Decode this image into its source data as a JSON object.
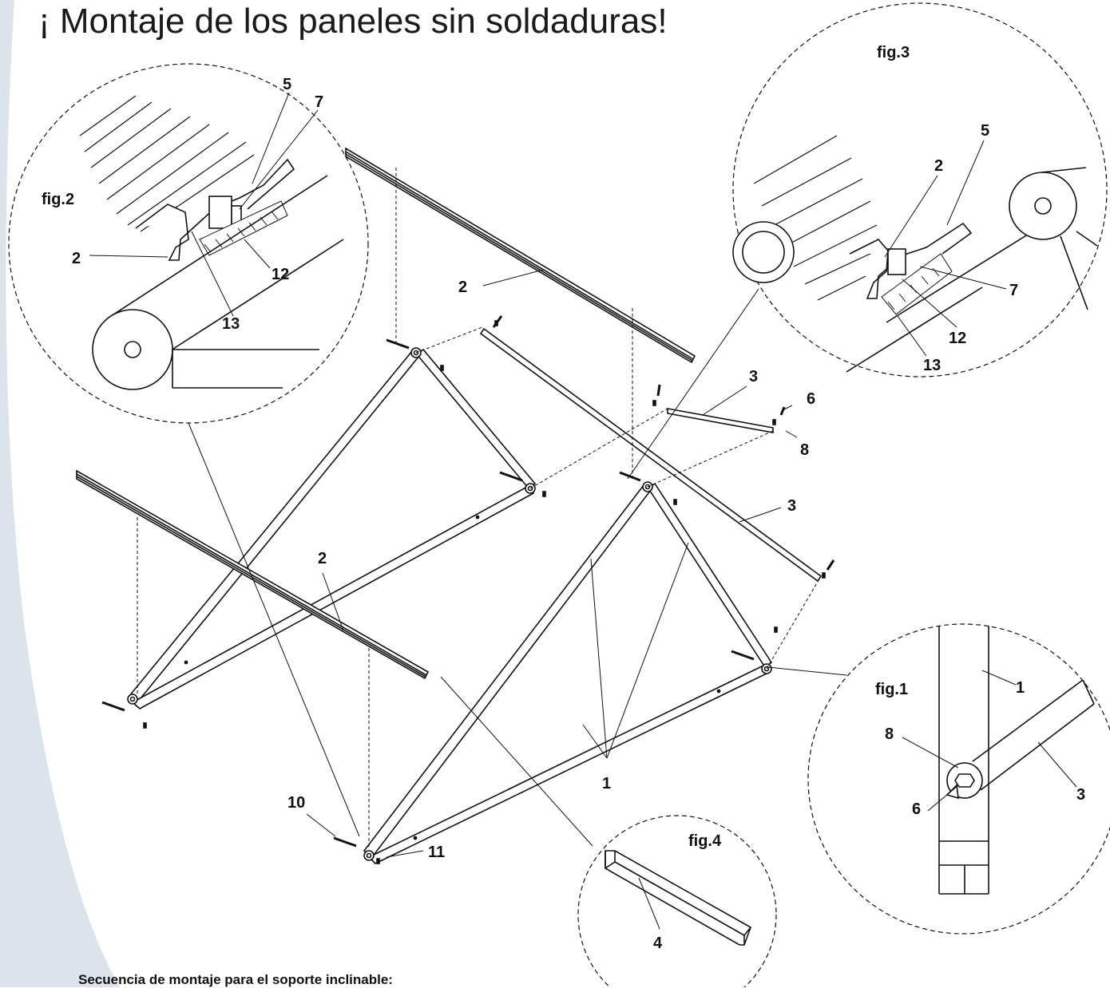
{
  "title": "¡ Montaje de los paneles sin soldaduras!",
  "footer_text": "Secuencia de montaje para el soporte inclinable:",
  "figures": {
    "fig1": "fig.1",
    "fig2": "fig.2",
    "fig3": "fig.3",
    "fig4": "fig.4"
  },
  "callouts": {
    "main": [
      "2",
      "2",
      "3",
      "6",
      "8",
      "3",
      "1",
      "10",
      "11"
    ],
    "fig1": [
      "1",
      "8",
      "6",
      "3"
    ],
    "fig2": [
      "5",
      "7",
      "2",
      "12",
      "13"
    ],
    "fig3": [
      "5",
      "2",
      "7",
      "12",
      "13"
    ],
    "fig4": [
      "4"
    ]
  },
  "colors": {
    "ink": "#111111",
    "side_band": "#dde3ea"
  }
}
